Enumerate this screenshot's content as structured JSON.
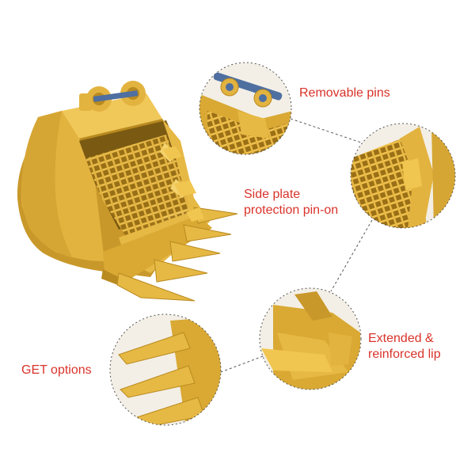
{
  "labels": {
    "removable_pins": "Removable pins",
    "side_plate_line1": "Side plate",
    "side_plate_line2": "protection pin-on",
    "extended_lip_line1": "Extended &",
    "extended_lip_line2": "reinforced lip",
    "get_options": "GET options"
  },
  "colors": {
    "label_text": "#d9332a",
    "bucket_body": "#e3b340",
    "bucket_shadow": "#b98a1f",
    "bucket_highlight": "#f3cf69",
    "pin_steel": "#4e6fa0",
    "dash_line": "#555555"
  },
  "icons": {
    "main": "excavator-bucket-illustration",
    "detail_pins": "removable-pins-closeup",
    "detail_side": "side-plate-protection-closeup",
    "detail_lip": "extended-lip-closeup",
    "detail_get": "get-teeth-closeup"
  }
}
